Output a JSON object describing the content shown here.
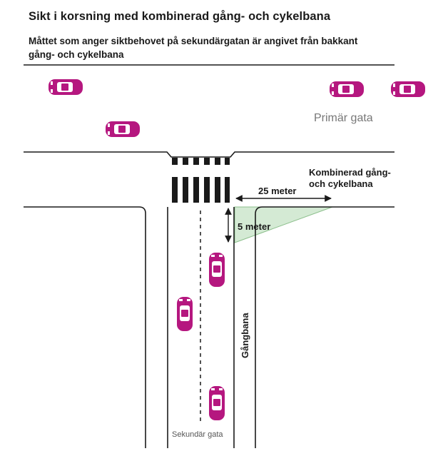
{
  "header": {
    "title": "Sikt i korsning med kombinerad gång- och cykelbana",
    "subtitle": "Måttet som anger siktbehovet på sekundärgatan är angivet från bakkant gång- och cykelbana"
  },
  "labels": {
    "primary_street": "Primär gata",
    "combined_path_line1": "Kombinerad gång-",
    "combined_path_line2": "och cykelbana",
    "distance_25": "25 meter",
    "distance_5": "5 meter",
    "sidewalk": "Gångbana",
    "secondary_street": "Sekundär gata"
  },
  "colors": {
    "car": "#b5177f",
    "sight_triangle_fill": "#d4ead4",
    "sight_triangle_stroke": "#8cbf8c",
    "line": "#1a1a1a",
    "label_gray": "#777777"
  },
  "icons": {
    "car": "car-icon"
  }
}
